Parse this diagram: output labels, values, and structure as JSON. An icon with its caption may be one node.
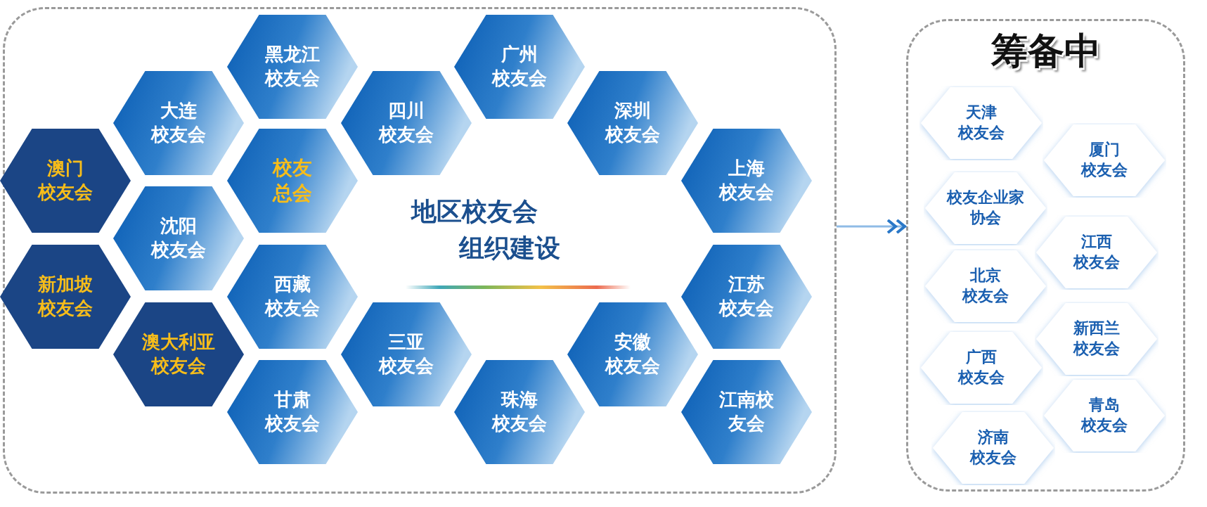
{
  "diagram": {
    "nodes": [
      {
        "text": [
          "地区校友会组织建设"
        ]
      },
      {
        "text": [
          "澳门校友会"
        ],
        "in": 0
      },
      {
        "text": [
          "新加坡校友会"
        ],
        "in": 0
      },
      {
        "text": [
          "大连校友会"
        ],
        "in": 0
      },
      {
        "text": [
          "沈阳校友会"
        ],
        "in": 0
      },
      {
        "text": [
          "澳大利亚校友会"
        ],
        "in": 0
      },
      {
        "text": [
          "黑龙江校友会"
        ],
        "in": 0
      },
      {
        "text": [
          "校友总会"
        ],
        "in": 0
      },
      {
        "text": [
          "西藏校友会"
        ],
        "in": 0
      },
      {
        "text": [
          "甘肃校友会"
        ],
        "in": 0
      },
      {
        "text": [
          "四川校友会"
        ],
        "in": 0
      },
      {
        "text": [
          "三亚校友会"
        ],
        "in": 0
      },
      {
        "text": [
          "广州校友会"
        ],
        "in": 0
      },
      {
        "text": [
          "珠海校友会"
        ],
        "in": 0
      },
      {
        "text": [
          "深圳校友会"
        ],
        "in": 0
      },
      {
        "text": [
          "安徽校友会"
        ],
        "in": 0
      },
      {
        "text": [
          "上海校友会"
        ],
        "in": 0
      },
      {
        "text": [
          "江苏校友会"
        ],
        "in": 0
      },
      {
        "text": [
          "江南校友会"
        ],
        "in": 0
      },
      {
        "text": [
          "筹备中"
        ]
      },
      {
        "text": [
          "天津校友会"
        ],
        "in": 19
      },
      {
        "text": [
          "厦门校友会"
        ],
        "in": 19
      },
      {
        "text": [
          "校友企业家协会"
        ],
        "in": 19
      },
      {
        "text": [
          "江西校友会"
        ],
        "in": 19
      },
      {
        "text": [
          "北京校友会"
        ],
        "in": 19
      },
      {
        "text": [
          "新西兰校友会"
        ],
        "in": 19
      },
      {
        "text": [
          "广西校友会"
        ],
        "in": 19
      },
      {
        "text": [
          "青岛校友会"
        ],
        "in": 19
      },
      {
        "text": [
          "济南校友会"
        ],
        "in": 19
      }
    ],
    "edges": [
      {
        "from": 0,
        "to": 19,
        "arrow": "to"
      }
    ]
  }
}
